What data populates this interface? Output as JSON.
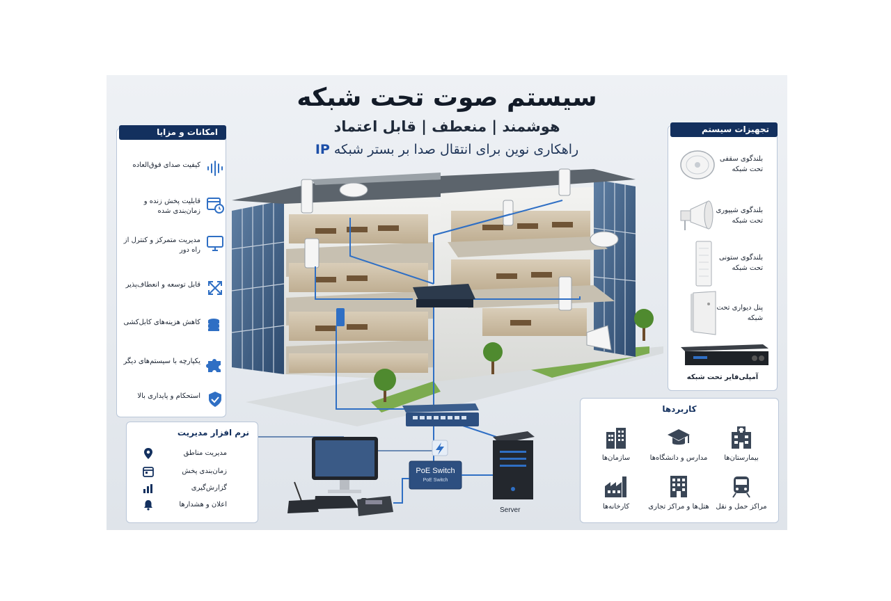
{
  "header": {
    "title": "سیستم صوت تحت شبکه",
    "subtitle": "هوشمند | منعطف | قابل اعتماد",
    "tagline_text": "راهکاری نوین برای انتقال صدا بر بستر شبکه",
    "tagline_highlight": "IP"
  },
  "features": {
    "heading": "امکانات و مزایا",
    "items": [
      {
        "label": "کیفیت صدای فوق‌العاده",
        "icon": "sound-wave-icon"
      },
      {
        "label": "قابلیت پخش زنده و زمان‌بندی شده",
        "icon": "calendar-clock-icon"
      },
      {
        "label": "مدیریت متمرکز و کنترل از راه دور",
        "icon": "monitor-icon"
      },
      {
        "label": "قابل توسعه و انعطاف‌پذیر",
        "icon": "expand-arrows-icon"
      },
      {
        "label": "کاهش هزینه‌های کابل‌کشی",
        "icon": "coin-stack-icon"
      },
      {
        "label": "یکپارچه با سیستم‌های دیگر",
        "icon": "puzzle-icon"
      },
      {
        "label": "استحکام و پایداری بالا",
        "icon": "shield-check-icon"
      }
    ]
  },
  "equipment": {
    "heading": "تجهیزات سیستم",
    "items": [
      {
        "label": "بلندگوی سقفی تحت شبکه",
        "icon": "ceiling-speaker-icon"
      },
      {
        "label": "بلندگوی شیپوری تحت شبکه",
        "icon": "horn-speaker-icon"
      },
      {
        "label": "بلندگوی ستونی تحت شبکه",
        "icon": "column-speaker-icon"
      },
      {
        "label": "پنل دیواری تحت شبکه",
        "icon": "wall-panel-icon"
      }
    ],
    "amplifier_label": "آمپلی‌فایر تحت شبکه"
  },
  "software": {
    "heading": "نرم افزار مدیریت",
    "items": [
      {
        "label": "مدیریت مناطق",
        "icon": "location-pin-icon"
      },
      {
        "label": "زمان‌بندی پخش",
        "icon": "calendar-icon"
      },
      {
        "label": "گزارش‌گیری",
        "icon": "bar-chart-icon"
      },
      {
        "label": "اعلان و هشدارها",
        "icon": "bell-icon"
      }
    ]
  },
  "applications": {
    "heading": "کاربردها",
    "items": [
      {
        "label": "بیمارستان‌ها",
        "icon": "hospital-icon"
      },
      {
        "label": "مدارس و دانشگاه‌ها",
        "icon": "graduation-cap-icon"
      },
      {
        "label": "سازمان‌ها",
        "icon": "office-buildings-icon"
      },
      {
        "label": "مراکز حمل و نقل",
        "icon": "train-icon"
      },
      {
        "label": "هتل‌ها و مراکز تجاری",
        "icon": "hotel-icon"
      },
      {
        "label": "کارخانه‌ها",
        "icon": "factory-icon"
      }
    ]
  },
  "network": {
    "poe_switch_label": "PoE Switch",
    "poe_switch_sublabel": "PoE Switch",
    "server_label": "Server"
  },
  "colors": {
    "navy": "#13305e",
    "accent_blue": "#2f6fc4",
    "highlight_blue": "#1d4fa8"
  }
}
